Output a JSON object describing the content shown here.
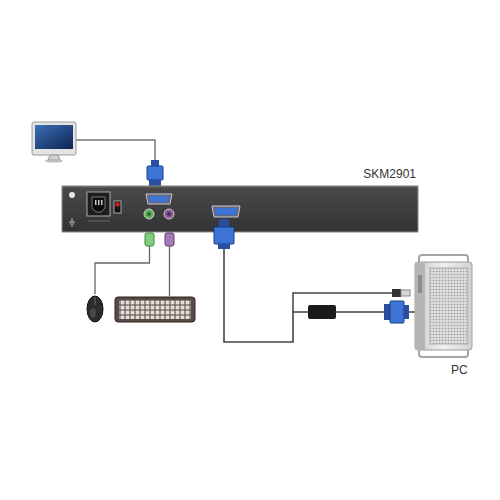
{
  "diagram": {
    "nodes": [
      {
        "text": [
          "SKM2901"
        ]
      },
      {
        "text": [
          "PC"
        ]
      }
    ],
    "edges": [
      {
        "from": 0,
        "to": 1,
        "arrow": "none"
      }
    ]
  }
}
